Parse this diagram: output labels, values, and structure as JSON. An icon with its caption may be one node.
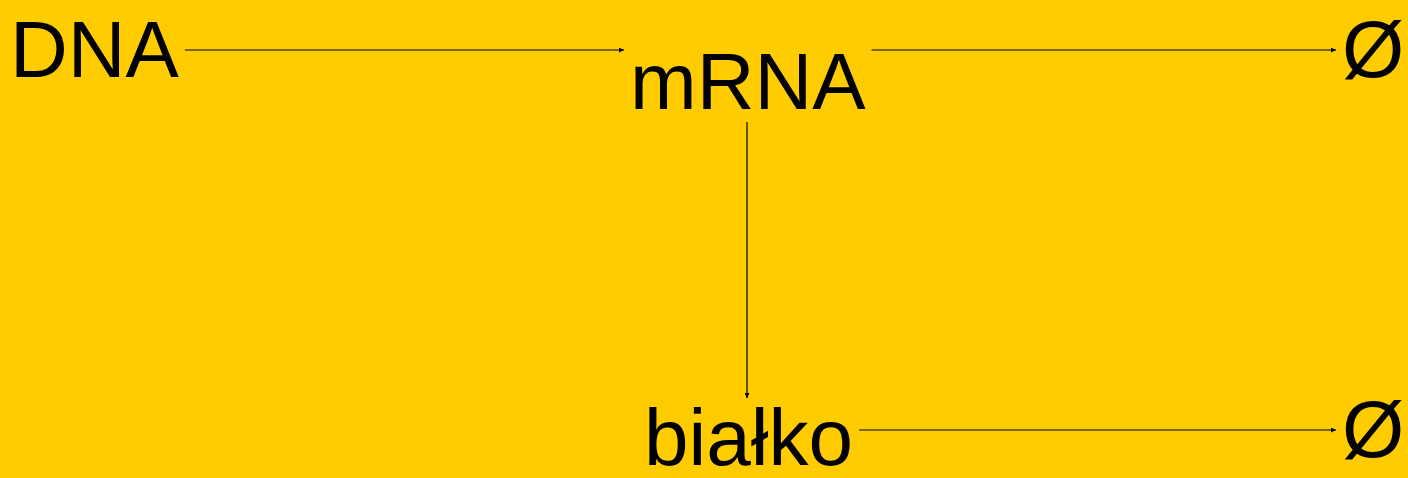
{
  "diagram": {
    "nodes": [
      {
        "text": [
          "DNA"
        ]
      },
      {
        "text": [
          "mRNA"
        ]
      },
      {
        "text": [
          "Ø"
        ]
      },
      {
        "text": [
          "białko"
        ]
      },
      {
        "text": [
          "Ø"
        ]
      }
    ],
    "edges": [
      {
        "from": 0,
        "to": 1,
        "arrow": "to"
      },
      {
        "from": 1,
        "to": 2,
        "arrow": "to"
      },
      {
        "from": 1,
        "to": 3,
        "arrow": "to"
      },
      {
        "from": 3,
        "to": 4,
        "arrow": "to"
      }
    ]
  }
}
